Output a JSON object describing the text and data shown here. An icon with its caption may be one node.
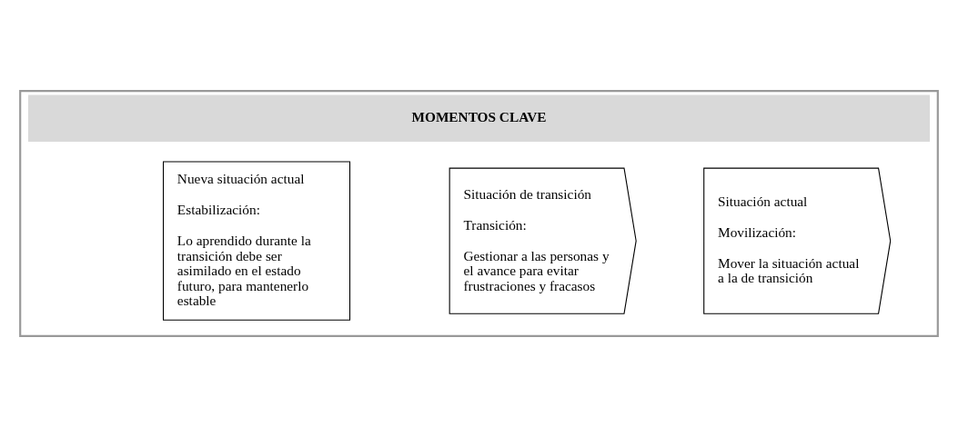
{
  "diagram": {
    "nodes": [
      {
        "text": [
          "MOMENTOS CLAVE"
        ]
      },
      {
        "text": [
          "Situación actual",
          "Movilización:",
          "Mover la situación actual a la de transición"
        ],
        "in": 0
      },
      {
        "text": [
          "Situación de transición",
          "Transición:",
          "Gestionar a las personas y el avance para evitar frustraciones y fracasos"
        ],
        "in": 0
      },
      {
        "text": [
          "Nueva situación actual",
          "Estabilización:",
          "Lo aprendido durante la transición debe ser asimilado en el estado futuro, para mantenerlo estable"
        ],
        "in": 0
      }
    ],
    "edges": []
  }
}
